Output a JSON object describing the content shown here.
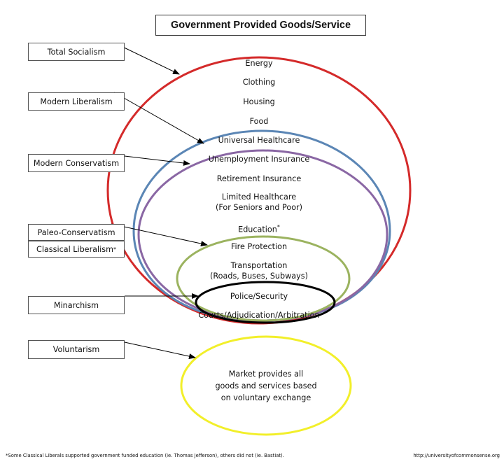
{
  "title": "Government Provided Goods/Service",
  "labels": {
    "total_socialism": "Total Socialism",
    "modern_liberalism": "Modern Liberalism",
    "modern_conservatism": "Modern Conservatism",
    "paleo_conservatism": "Paleo-Conservatism",
    "classical_liberalism": "Classical Liberalism",
    "classical_liberalism_star": "*",
    "minarchism": "Minarchism",
    "voluntarism": "Voluntarism"
  },
  "goods": {
    "energy": "Energy",
    "clothing": "Clothing",
    "housing": "Housing",
    "food": "Food",
    "universal_healthcare": "Universal Healthcare",
    "unemployment_insurance": "Unemployment Insurance",
    "retirement_insurance": "Retirement Insurance",
    "limited_healthcare": "Limited Healthcare",
    "limited_healthcare_sub": "(For Seniors and Poor)",
    "education": "Education",
    "education_star": "*",
    "fire_protection": "Fire Protection",
    "transportation": "Transportation",
    "transportation_sub": "(Roads, Buses, Subways)",
    "police": "Police/Security",
    "courts": "Courts/Adjudication/Arbitration"
  },
  "market": {
    "line1": "Market provides all",
    "line2": "goods and services based",
    "line3": "on voluntary exchange"
  },
  "footnote": "*Some Classical Liberals supported government funded education (ie. Thomas Jefferson), others did not (ie. Bastiat).",
  "url": "http://universityofcommonsense.org",
  "colors": {
    "total_socialism": "#d42a2a",
    "modern_liberalism": "#5b86b5",
    "modern_conservatism": "#8a67a4",
    "paleo_conservatism": "#9bb35f",
    "minarchism": "#000000",
    "voluntarism": "#f2ef2a"
  }
}
